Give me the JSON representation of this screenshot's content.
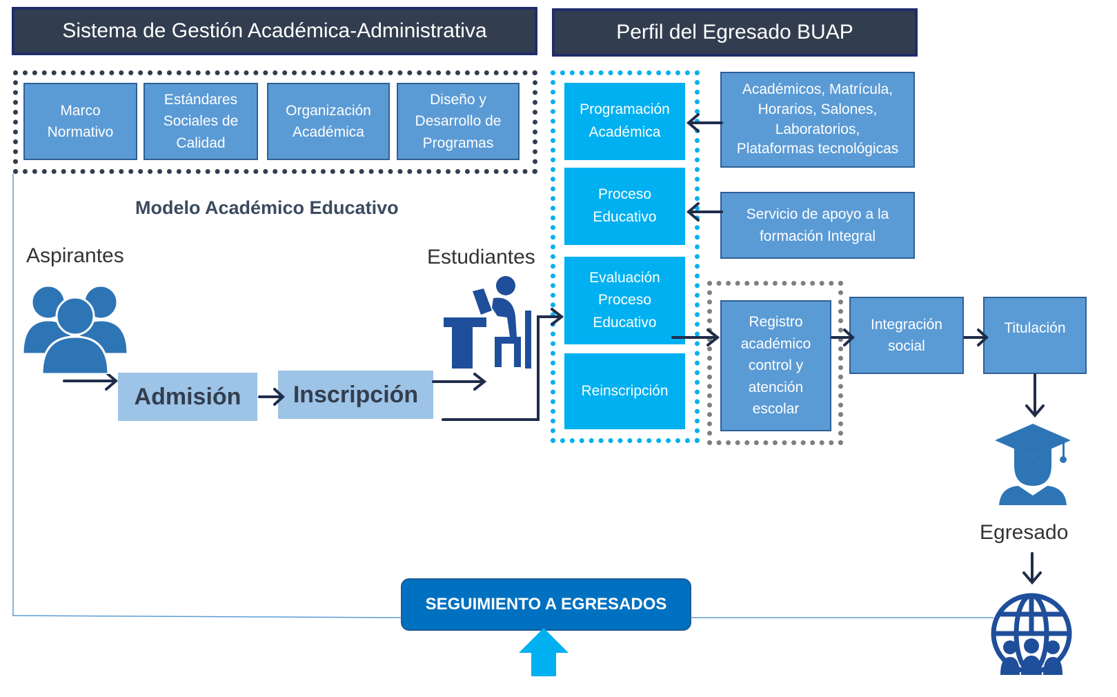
{
  "headers": {
    "left": "Sistema de Gestión Académica-Administrativa",
    "right": "Perfil del Egresado BUAP"
  },
  "top_boxes": [
    "Marco\nNormativo",
    "Estándares\nSociales de\nCalidad",
    "Organización\nAcadémica",
    "Diseño y\nDesarrollo de\nProgramas"
  ],
  "model_label": "Modelo Académico Educativo",
  "labels": {
    "aspirantes": "Aspirantes",
    "estudiantes": "Estudiantes",
    "egresado": "Egresado"
  },
  "steps": {
    "admision": "Admisión",
    "inscripcion": "Inscripción"
  },
  "process_boxes": [
    "Programación\nAcadémica",
    "Proceso\nEducativo",
    "Evaluación\nProceso\nEducativo",
    "Reinscripción"
  ],
  "support_boxes": [
    "Académicos, Matrícula,\nHorarios, Salones,\nLaboratorios,\nPlataformas tecnológicas",
    "Servicio de apoyo a la\nformación Integral"
  ],
  "registro": "Registro\nacadémico\ncontrol y\natención\nescolar",
  "integracion": "Integración\nsocial",
  "titulacion": "Titulación",
  "seguimiento": "SEGUIMIENTO A EGRESADOS",
  "colors": {
    "header_bg": "#323e4f",
    "box_blue": "#5b9bd5",
    "box_cyan": "#00b0f0",
    "box_light": "#9dc3e6",
    "arrow": "#1f2d4a",
    "icon": "#2e75b6"
  },
  "icons": [
    "people-group-icon",
    "student-desk-icon",
    "graduate-icon",
    "globe-people-icon"
  ]
}
